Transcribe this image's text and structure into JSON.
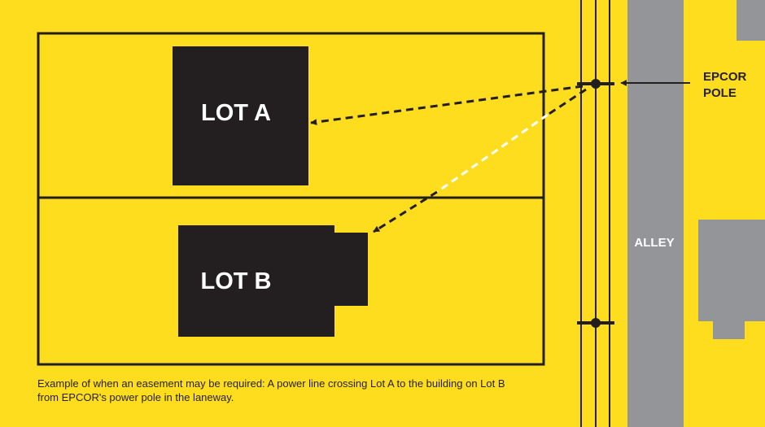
{
  "labels": {
    "lot_a": "LOT A",
    "lot_b": "LOT B",
    "alley": "ALLEY",
    "pole_line1": "EPCOR",
    "pole_line2": "POLE"
  },
  "caption": {
    "line1": "Example of when an easement may be required: A power line crossing Lot A to the building on Lot B",
    "line2": "from EPCOR's power pole in the laneway."
  },
  "colors": {
    "background": "#fedd1f",
    "building": "#231f20",
    "alley": "#939598",
    "line": "#231f20",
    "dashed_white": "#ffffff"
  }
}
